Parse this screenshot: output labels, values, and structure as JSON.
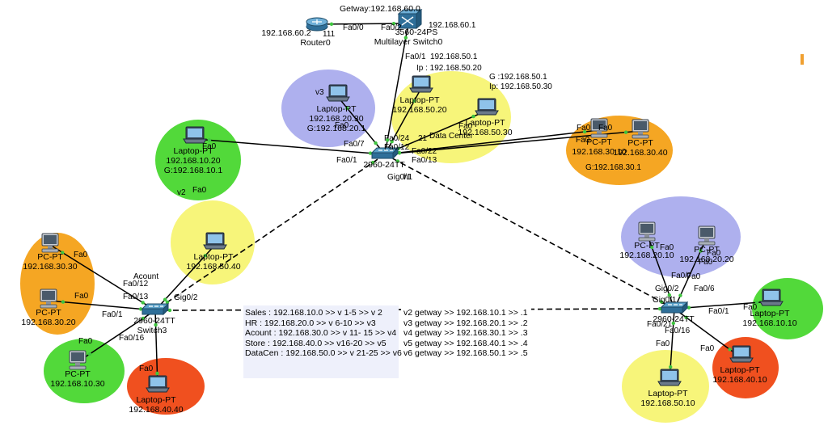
{
  "colors": {
    "orange": "#f5a623",
    "green": "#52d93a",
    "yellow": "#f7f57a",
    "lavender": "#aeb0ee",
    "red": "#f0501f",
    "marker": "#f0a030",
    "note_bg": "#eef0fb"
  },
  "zones": [
    {
      "name": "zone-v3-hr-top",
      "color": "lavender"
    },
    {
      "name": "zone-datacenter-top",
      "color": "yellow"
    },
    {
      "name": "zone-sales-top",
      "color": "green"
    },
    {
      "name": "zone-account-top",
      "color": "orange"
    },
    {
      "name": "zone-datacenter-left",
      "color": "yellow"
    },
    {
      "name": "zone-account-left",
      "color": "orange"
    },
    {
      "name": "zone-sales-left",
      "color": "green"
    },
    {
      "name": "zone-store-left",
      "color": "red"
    },
    {
      "name": "zone-hr-right",
      "color": "lavender"
    },
    {
      "name": "zone-sales-right",
      "color": "green"
    },
    {
      "name": "zone-store-right",
      "color": "red"
    },
    {
      "name": "zone-datacenter-right",
      "color": "yellow"
    }
  ],
  "devices": [
    {
      "name": "router0",
      "type": "router",
      "labels": [
        "192.168.60.2",
        "Router0"
      ]
    },
    {
      "name": "multilayer-switch0",
      "type": "mlswitch",
      "labels": [
        "3560-24PS",
        "Multilayer Switch0"
      ]
    },
    {
      "name": "switch-center",
      "type": "switch",
      "labels": [
        "2960-24TT"
      ]
    },
    {
      "name": "switch3",
      "type": "switch",
      "labels": [
        "2960-24TT",
        "Switch3"
      ]
    },
    {
      "name": "switch-right",
      "type": "switch",
      "labels": [
        "2960-24TT"
      ]
    },
    {
      "name": "laptop-hr-top",
      "type": "laptop",
      "labels": [
        "Laptop-PT",
        "192.168.20.30",
        "G:192.168.20.1"
      ]
    },
    {
      "name": "laptop-dc-top-1",
      "type": "laptop",
      "labels": [
        "Laptop-PT",
        "192.168.50.20"
      ]
    },
    {
      "name": "laptop-dc-top-2",
      "type": "laptop",
      "labels": [
        "Laptop-PT",
        "192.168.50.30"
      ]
    },
    {
      "name": "laptop-sales-top",
      "type": "laptop",
      "labels": [
        "Laptop-PT",
        "192.168.10.20",
        "G:192.168.10.1"
      ]
    },
    {
      "name": "pc-account-top-1",
      "type": "pc",
      "labels": [
        "PC-PT",
        "192.168.30.10"
      ]
    },
    {
      "name": "pc-account-top-2",
      "type": "pc",
      "labels": [
        "PC-PT",
        "192.168.30.40"
      ]
    },
    {
      "name": "laptop-dc-left",
      "type": "laptop",
      "labels": [
        "Laptop-PT",
        "192.168.50.40"
      ]
    },
    {
      "name": "pc-account-left-1",
      "type": "pc",
      "labels": [
        "PC-PT",
        "192.168.30.30"
      ]
    },
    {
      "name": "pc-account-left-2",
      "type": "pc",
      "labels": [
        "PC-PT",
        "192.168.30.20"
      ]
    },
    {
      "name": "pc-sales-left",
      "type": "pc",
      "labels": [
        "PC-PT",
        "192.168.10.30"
      ]
    },
    {
      "name": "laptop-store-left",
      "type": "laptop",
      "labels": [
        "Laptop-PT",
        "192.168.40.40"
      ]
    },
    {
      "name": "pc-hr-right-1",
      "type": "pc",
      "labels": [
        "PC-PT",
        "192.168.20.10"
      ]
    },
    {
      "name": "pc-hr-right-2",
      "type": "pc",
      "labels": [
        "PC-PT",
        "192.168.20.20"
      ]
    },
    {
      "name": "laptop-sales-right",
      "type": "laptop",
      "labels": [
        "Laptop-PT",
        "192.168.10.10"
      ]
    },
    {
      "name": "laptop-store-right",
      "type": "laptop",
      "labels": [
        "Laptop-PT",
        "192.168.40.10"
      ]
    },
    {
      "name": "laptop-dc-right",
      "type": "laptop",
      "labels": [
        "Laptop-PT",
        "192.168.50.10"
      ]
    }
  ],
  "links": [
    {
      "from": "router0",
      "to": "multilayer-switch0",
      "style": "solid"
    },
    {
      "from": "multilayer-switch0",
      "to": "switch-center",
      "style": "solid"
    },
    {
      "from": "laptop-hr-top",
      "to": "switch-center",
      "style": "solid"
    },
    {
      "from": "laptop-dc-top-1",
      "to": "switch-center",
      "style": "solid"
    },
    {
      "from": "laptop-dc-top-2",
      "to": "switch-center",
      "style": "solid"
    },
    {
      "from": "laptop-sales-top",
      "to": "switch-center",
      "style": "solid"
    },
    {
      "from": "pc-account-top-1",
      "to": "switch-center",
      "style": "solid"
    },
    {
      "from": "pc-account-top-2",
      "to": "switch-center",
      "style": "solid"
    },
    {
      "from": "switch-center",
      "to": "switch3",
      "style": "dashed"
    },
    {
      "from": "switch-center",
      "to": "switch-right",
      "style": "dashed"
    },
    {
      "from": "switch3",
      "to": "switch-right",
      "style": "dashed"
    },
    {
      "from": "laptop-dc-left",
      "to": "switch3",
      "style": "solid"
    },
    {
      "from": "pc-account-left-1",
      "to": "switch3",
      "style": "solid"
    },
    {
      "from": "pc-account-left-2",
      "to": "switch3",
      "style": "solid"
    },
    {
      "from": "pc-sales-left",
      "to": "switch3",
      "style": "solid"
    },
    {
      "from": "laptop-store-left",
      "to": "switch3",
      "style": "solid"
    },
    {
      "from": "pc-hr-right-1",
      "to": "switch-right",
      "style": "solid"
    },
    {
      "from": "pc-hr-right-2",
      "to": "switch-right",
      "style": "solid"
    },
    {
      "from": "laptop-sales-right",
      "to": "switch-right",
      "style": "solid"
    },
    {
      "from": "laptop-store-right",
      "to": "switch-right",
      "style": "solid"
    },
    {
      "from": "laptop-dc-right",
      "to": "switch-right",
      "style": "solid"
    }
  ],
  "labels": [
    "Getway:192.168.60.0",
    "192.168.60.1",
    "111",
    "Fa0/0",
    "Fa0/2",
    "Fa0/1",
    "192.168.50.1",
    "Ip : 192.168.50.20",
    "G :192.168.50.1",
    "Ip: 192.168.50.30",
    "v3",
    "Fa0",
    "Fa0/24",
    "Fa0/7",
    "Fa0/12",
    "21",
    "Data Center",
    "Fa0",
    "Fa0/22",
    "Fa0/13",
    "Fa0",
    "Fa0",
    "Fa0",
    "G:192.168.30.1",
    "Fa0",
    "Fa0/1",
    "Gig0/1",
    "h1",
    "v2",
    "Acount",
    "Fa0/12",
    "Fa0/13",
    "Fa0/1",
    "Fa0/16",
    "Gig0/2",
    "Fa0",
    "Fa0",
    "Fa0",
    "Fa0",
    "Fa0",
    "Fa0",
    "Fa0",
    "Fa0",
    "Gig0/2",
    "Fa0/7",
    "Fa0/6",
    "Gig0/1",
    "Fa0/1",
    "Fa0/21",
    "Fa0/16",
    "Fa0",
    "Fa0",
    "Fa0",
    "Fa0"
  ],
  "vlan_note": [
    "Sales : 192.168.10.0 >> v 1-5 >> v 2",
    "HR     : 192.168.20.0 >> v 6-10 >> v3",
    "Acount : 192.168.30.0 >> v 11- 15 >> v4",
    "Store  :  192.168.40.0 >> v16-20 >> v5",
    "DataCen : 192.168.50.0 >> v 21-25 >> v6"
  ],
  "gateway_note": [
    "v2 getway >> 192.168.10.1 >> .1",
    "v3 getway >> 192.168.20.1 >> .2",
    "v4 getway >>  192.168.30.1 >> .3",
    "v5 getway >> 192.168.40.1 >> .4",
    "v6 getway >> 192.168.50.1 >> .5"
  ]
}
